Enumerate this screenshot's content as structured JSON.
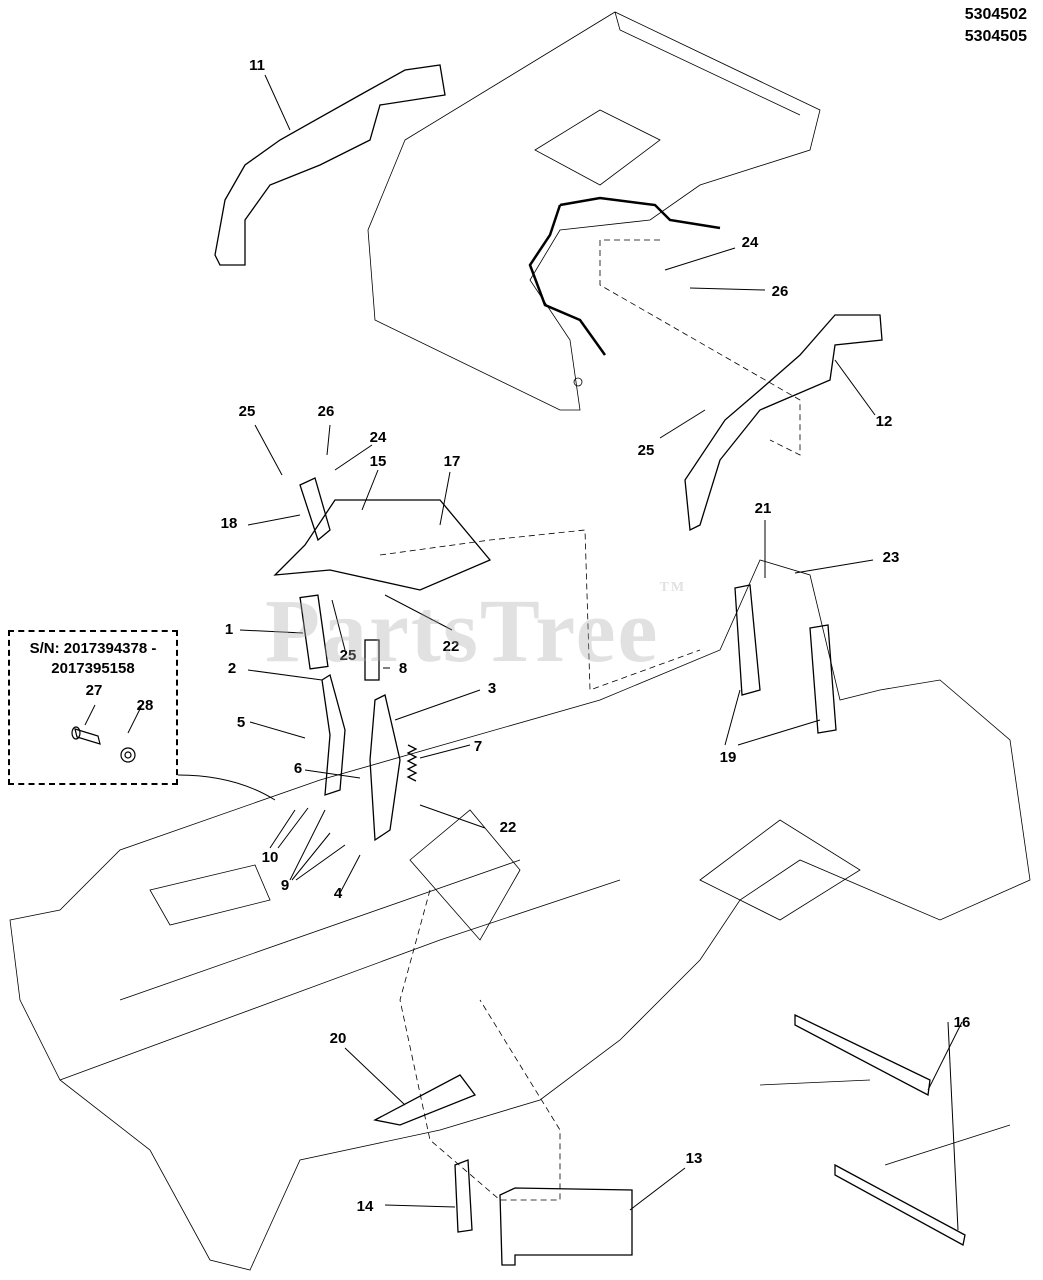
{
  "models": [
    "5304502",
    "5304505"
  ],
  "serial_box": {
    "line1": "S/N: 2017394378 -",
    "line2": "2017395158"
  },
  "watermark": {
    "text": "PartsTree",
    "mark": "TM"
  },
  "callouts": [
    {
      "id": "c11",
      "label": "11"
    },
    {
      "id": "c24a",
      "label": "24"
    },
    {
      "id": "c26a",
      "label": "26"
    },
    {
      "id": "c12",
      "label": "12"
    },
    {
      "id": "c25a",
      "label": "25"
    },
    {
      "id": "c25b",
      "label": "25"
    },
    {
      "id": "c26b",
      "label": "26"
    },
    {
      "id": "c24b",
      "label": "24"
    },
    {
      "id": "c15",
      "label": "15"
    },
    {
      "id": "c17",
      "label": "17"
    },
    {
      "id": "c18",
      "label": "18"
    },
    {
      "id": "c21",
      "label": "21"
    },
    {
      "id": "c23",
      "label": "23"
    },
    {
      "id": "c1",
      "label": "1"
    },
    {
      "id": "c25c",
      "label": "25"
    },
    {
      "id": "c22a",
      "label": "22"
    },
    {
      "id": "c2",
      "label": "2"
    },
    {
      "id": "c8",
      "label": "8"
    },
    {
      "id": "c3",
      "label": "3"
    },
    {
      "id": "c27",
      "label": "27"
    },
    {
      "id": "c28",
      "label": "28"
    },
    {
      "id": "c5",
      "label": "5"
    },
    {
      "id": "c7",
      "label": "7"
    },
    {
      "id": "c19",
      "label": "19"
    },
    {
      "id": "c6",
      "label": "6"
    },
    {
      "id": "c22b",
      "label": "22"
    },
    {
      "id": "c10",
      "label": "10"
    },
    {
      "id": "c9",
      "label": "9"
    },
    {
      "id": "c4",
      "label": "4"
    },
    {
      "id": "c20",
      "label": "20"
    },
    {
      "id": "c16",
      "label": "16"
    },
    {
      "id": "c13",
      "label": "13"
    },
    {
      "id": "c14",
      "label": "14"
    }
  ]
}
